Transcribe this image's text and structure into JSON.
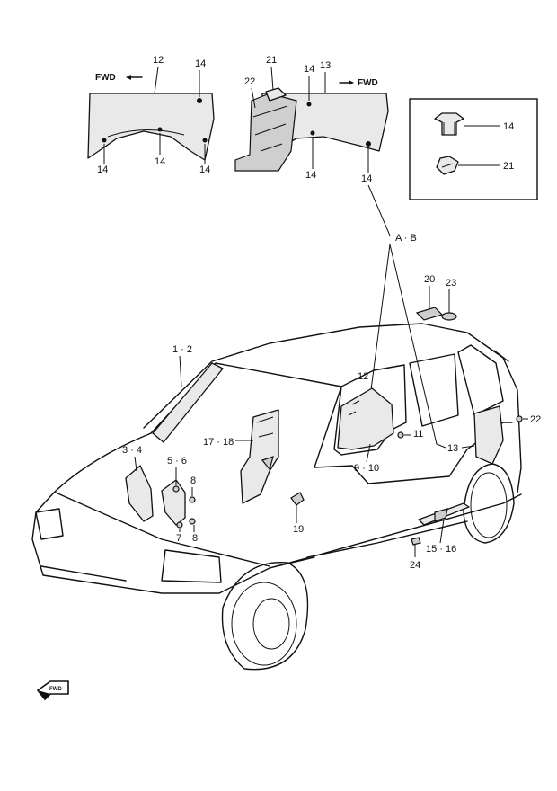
{
  "fwd_text": "FWD",
  "callouts": {
    "c1_2": "1 · 2",
    "c3_4": "3 · 4",
    "c5_6": "5 · 6",
    "c7": "7",
    "c8a": "8",
    "c8b": "8",
    "c9_10": "9 · 10",
    "c11": "11",
    "c12_top": "12",
    "c12_body": "12",
    "c13_top": "13",
    "c13_body": "13",
    "c14_a": "14",
    "c14_b": "14",
    "c14_c": "14",
    "c14_d": "14",
    "c14_e": "14",
    "c14_f": "14",
    "c14_g": "14",
    "c14_detail": "14",
    "c15_16": "15 · 16",
    "c17_18": "17 · 18",
    "c19": "19",
    "c20": "20",
    "c21_top": "21",
    "c21_detail": "21",
    "c22_top": "22",
    "c22_body": "22",
    "c23": "23",
    "c24": "24",
    "cAB": "A · B"
  }
}
